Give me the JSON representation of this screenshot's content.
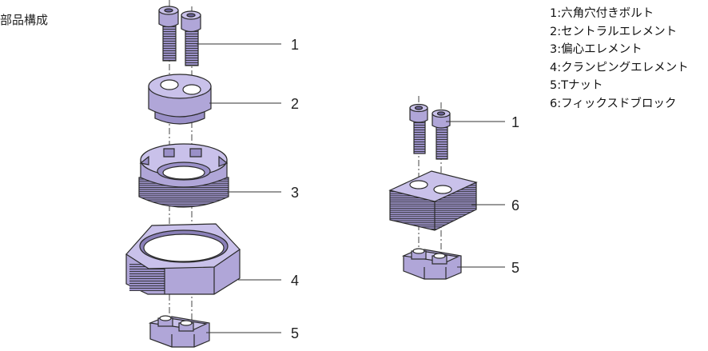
{
  "title": "部品構成",
  "legend": [
    {
      "num": "1",
      "label": "六角穴付きボルト"
    },
    {
      "num": "2",
      "label": "セントラルエレメント"
    },
    {
      "num": "3",
      "label": "偏心エレメント"
    },
    {
      "num": "4",
      "label": "クランピングエレメント"
    },
    {
      "num": "5",
      "label": "Tナット"
    },
    {
      "num": "6",
      "label": "フィックスドブロック"
    }
  ],
  "legend_separator": ":",
  "callouts": {
    "left": [
      "1",
      "2",
      "3",
      "4",
      "5"
    ],
    "right": [
      "1",
      "6",
      "5"
    ]
  },
  "colors": {
    "part_fill": "#b0a6d8",
    "part_light": "#c9c1ea",
    "part_dark": "#8a80b8",
    "outline": "#2a2a2a",
    "thread": "#3a3a3a"
  }
}
